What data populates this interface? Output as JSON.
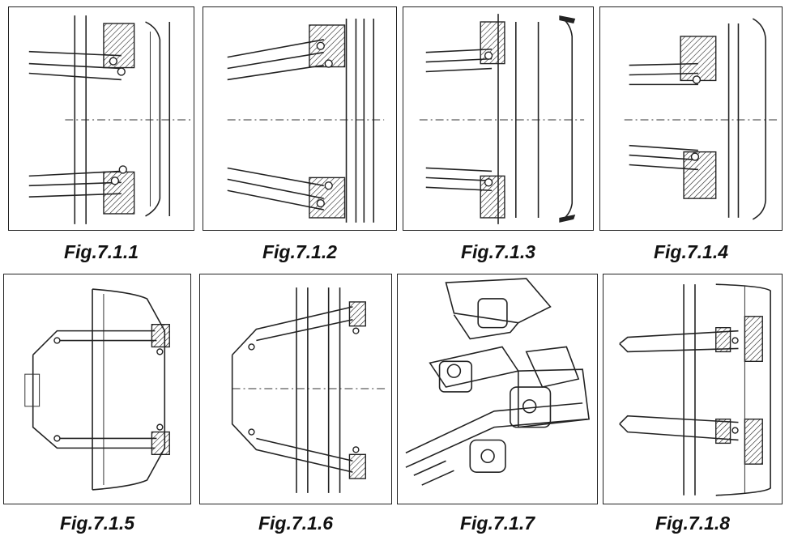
{
  "figures": [
    {
      "caption": "Fig.7.1.1"
    },
    {
      "caption": "Fig.7.1.2"
    },
    {
      "caption": "Fig.7.1.3"
    },
    {
      "caption": "Fig.7.1.4"
    },
    {
      "caption": "Fig.7.1.5"
    },
    {
      "caption": "Fig.7.1.6"
    },
    {
      "caption": "Fig.7.1.7"
    },
    {
      "caption": "Fig.7.1.8"
    }
  ]
}
